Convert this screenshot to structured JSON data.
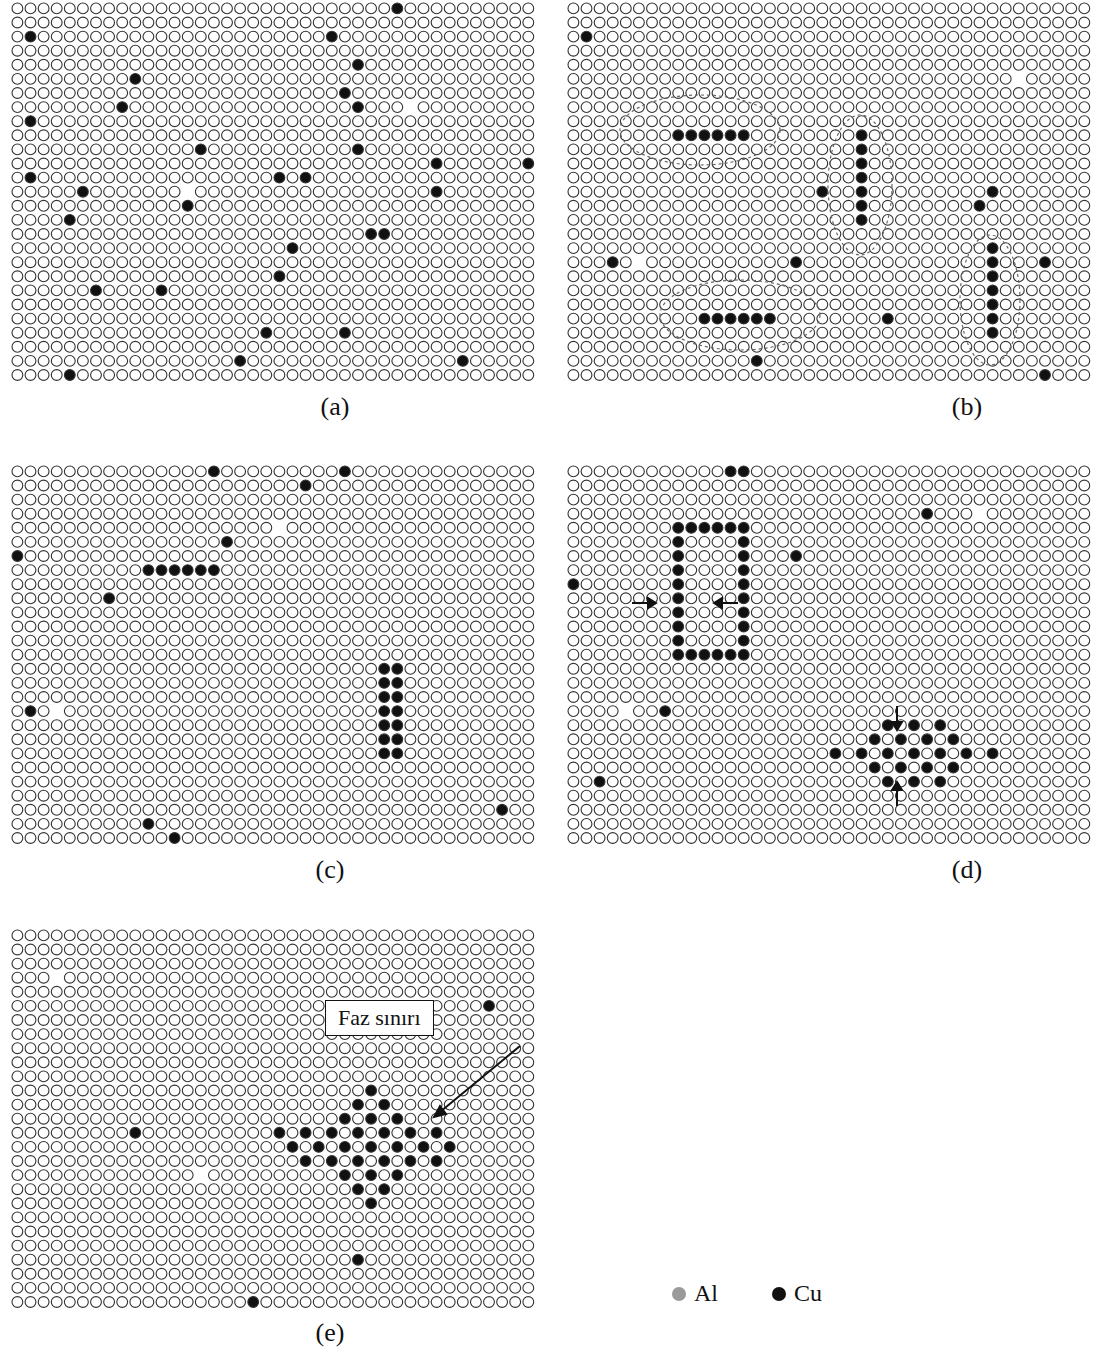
{
  "diagram": {
    "nodes": [
      {
        "text": [
          "Faz sınırı"
        ]
      }
    ],
    "labels": [
      "(a)",
      "(b)",
      "(c)",
      "(d)",
      "(e)"
    ],
    "legend": [
      {
        "text": "Al",
        "color": "#9a9a9a"
      },
      {
        "text": "Cu",
        "color": "#111111"
      }
    ]
  }
}
